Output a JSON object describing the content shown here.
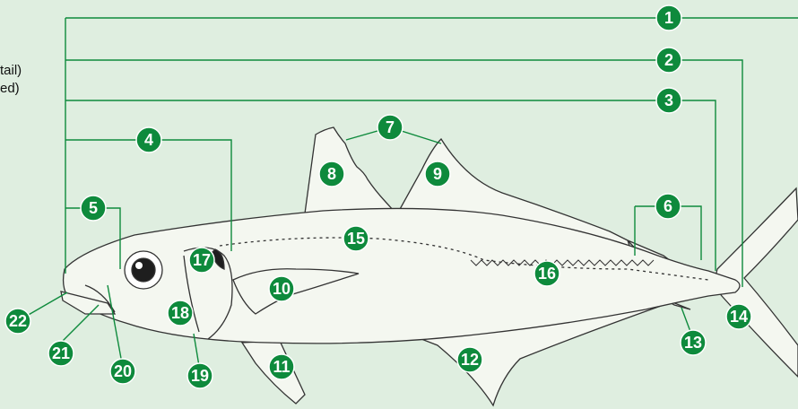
{
  "colors": {
    "background": "#dfeee0",
    "callout_fill": "#0e8a3c",
    "leader_line": "#0e8a3c",
    "fish_outline": "#333333",
    "fish_fill": "#f4f7f0"
  },
  "side_text": {
    "line1": "tail)",
    "line2": "ed)"
  },
  "callouts": [
    "1",
    "2",
    "3",
    "4",
    "5",
    "6",
    "7",
    "8",
    "9",
    "10",
    "11",
    "12",
    "13",
    "14",
    "15",
    "16",
    "17",
    "18",
    "19",
    "20",
    "21",
    "22"
  ]
}
